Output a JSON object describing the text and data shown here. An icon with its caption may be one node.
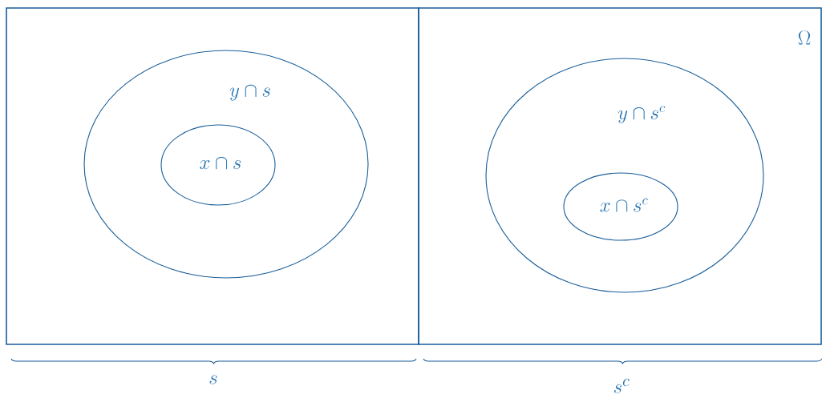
{
  "diagram": {
    "nodes": [
      {
        "text": [],
        "shape": "box"
      },
      {
        "text": [],
        "shape": "box"
      },
      {
        "text": [
          "y \\cap s"
        ],
        "in": 0
      },
      {
        "text": [
          "x \\cap s"
        ],
        "in": 2
      },
      {
        "text": [
          "y \\cap s^{c}"
        ],
        "in": 1
      },
      {
        "text": [
          "x \\cap s^{c}"
        ],
        "in": 4
      }
    ],
    "labels": [
      "\\Omega",
      "s",
      "s^{c}"
    ]
  }
}
